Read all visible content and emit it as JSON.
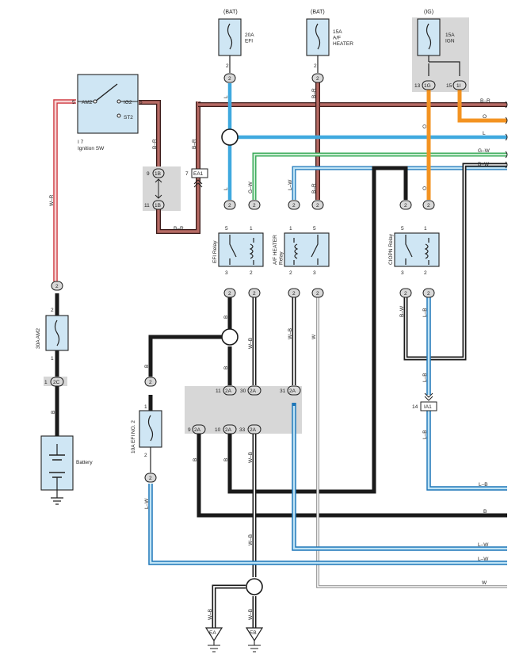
{
  "power_sources": {
    "bat1": "(BAT)",
    "bat2": "(BAT)",
    "ig": "(IG)"
  },
  "fuses": {
    "efi": [
      "20A",
      "EFI"
    ],
    "af_heater": [
      "15A",
      "A/F",
      "HEATER"
    ],
    "ign": [
      "15A",
      "IGN"
    ],
    "am2": "30A AM2",
    "efi2": "10A EFI NO. 2"
  },
  "components": {
    "ignition_sw_code": "I 7",
    "ignition_sw_name": "Ignition SW",
    "am2_terminal": "AM2",
    "ig2_terminal": "IG2",
    "st2_terminal": "ST2",
    "efi_relay": "EFI Relay",
    "af_relay": [
      "A/F HEATER",
      "Relay"
    ],
    "ciopn_relay": "CIOPN Relay",
    "battery": "Battery"
  },
  "connectors": {
    "c1b": "1B",
    "cea1": "EA1",
    "c2c": "2C",
    "c1g": "1G",
    "c1i": "1I",
    "c2a": "2A",
    "cia1": "IA1",
    "gea": "EA",
    "geb": "EB",
    "two": "2"
  },
  "pins": {
    "p1": "1",
    "p2": "2",
    "p3": "3",
    "p5": "5",
    "p6": "6",
    "p7": "7",
    "p9": "9",
    "p10": "10",
    "p11": "11",
    "p13": "13",
    "p14": "14",
    "p15": "15",
    "p30": "30",
    "p31": "31",
    "p33": "33"
  },
  "wires": {
    "br": "B–R",
    "o": "O",
    "l": "L",
    "gw": "G–W",
    "bw": "B–W",
    "lw": "L–W",
    "wr": "W–R",
    "wb": "W–B",
    "b": "B",
    "w": "W",
    "lb": "L–B"
  },
  "colors": {
    "blue": "#3fa9df",
    "orange": "#f39321",
    "green": "#33a853",
    "maroon": "#7a3530",
    "pink": "#e8a8aa",
    "black": "#1a1a1a",
    "box": "#cfe6f4"
  }
}
